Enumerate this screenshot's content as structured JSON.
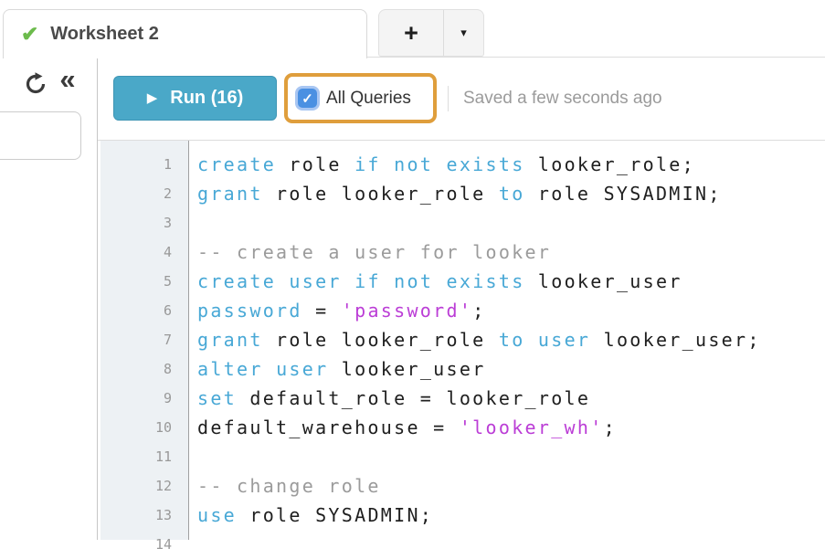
{
  "tabbar": {
    "active_tab": {
      "label": "Worksheet 2",
      "status": "success"
    },
    "new_tab_label": "+",
    "tab_menu_label": "▾"
  },
  "toolbar": {
    "run_label": "Run (16)",
    "play_glyph": "▶",
    "check_glyph": "✔",
    "collapse_glyph": "«",
    "all_queries": {
      "label": "All Queries",
      "checked": true,
      "checkbox_glyph": "✓"
    },
    "saved_status": "Saved a few seconds ago"
  },
  "icons": {
    "tab_status": "green-check-icon",
    "refresh": "refresh-icon",
    "collapse": "double-chevron-left-icon",
    "new_tab": "plus-icon",
    "tab_menu": "caret-down-icon",
    "run": "play-icon",
    "all_queries": "checked-checkbox-icon"
  },
  "colors": {
    "run_button": "#4aa8c8",
    "run_button_border": "#3e95b4",
    "checkbox_blue": "#4a90e2",
    "checkbox_halo": "#a8c6f2",
    "highlight_orange": "#df9e3c",
    "tab_check_green": "#6cbb4c",
    "saved_text": "#9b9b9b",
    "gutter_bg": "#edf1f4",
    "tokens": {
      "kw": "#48a8d6",
      "str": "#bb3dd6",
      "com": "#9b9b9b",
      "txt": "#1f1f1f"
    }
  },
  "editor": {
    "lines": [
      {
        "no": "1",
        "tokens": [
          [
            "kw",
            "create"
          ],
          [
            "txt",
            " role "
          ],
          [
            "kw",
            "if"
          ],
          [
            "txt",
            " "
          ],
          [
            "kw",
            "not"
          ],
          [
            "txt",
            " "
          ],
          [
            "kw",
            "exists"
          ],
          [
            "txt",
            " looker_role;"
          ]
        ]
      },
      {
        "no": "2",
        "tokens": [
          [
            "kw",
            "grant"
          ],
          [
            "txt",
            " role looker_role "
          ],
          [
            "kw",
            "to"
          ],
          [
            "txt",
            " role SYSADMIN;"
          ]
        ]
      },
      {
        "no": "3",
        "tokens": []
      },
      {
        "no": "4",
        "tokens": [
          [
            "com",
            "-- create a user for looker"
          ]
        ]
      },
      {
        "no": "5",
        "tokens": [
          [
            "kw",
            "create"
          ],
          [
            "txt",
            " "
          ],
          [
            "kw",
            "user"
          ],
          [
            "txt",
            " "
          ],
          [
            "kw",
            "if"
          ],
          [
            "txt",
            " "
          ],
          [
            "kw",
            "not"
          ],
          [
            "txt",
            " "
          ],
          [
            "kw",
            "exists"
          ],
          [
            "txt",
            " looker_user"
          ]
        ]
      },
      {
        "no": "6",
        "tokens": [
          [
            "kw",
            "password"
          ],
          [
            "txt",
            " = "
          ],
          [
            "str",
            "'password'"
          ],
          [
            "txt",
            ";"
          ]
        ]
      },
      {
        "no": "7",
        "tokens": [
          [
            "kw",
            "grant"
          ],
          [
            "txt",
            " role looker_role "
          ],
          [
            "kw",
            "to"
          ],
          [
            "txt",
            " "
          ],
          [
            "kw",
            "user"
          ],
          [
            "txt",
            " looker_user;"
          ]
        ]
      },
      {
        "no": "8",
        "tokens": [
          [
            "kw",
            "alter"
          ],
          [
            "txt",
            " "
          ],
          [
            "kw",
            "user"
          ],
          [
            "txt",
            " looker_user"
          ]
        ]
      },
      {
        "no": "9",
        "tokens": [
          [
            "kw",
            "set"
          ],
          [
            "txt",
            " default_role = looker_role"
          ]
        ]
      },
      {
        "no": "10",
        "tokens": [
          [
            "txt",
            "default_warehouse = "
          ],
          [
            "str",
            "'looker_wh'"
          ],
          [
            "txt",
            ";"
          ]
        ]
      },
      {
        "no": "11",
        "tokens": []
      },
      {
        "no": "12",
        "tokens": [
          [
            "com",
            "-- change role"
          ]
        ]
      },
      {
        "no": "13",
        "tokens": [
          [
            "kw",
            "use"
          ],
          [
            "txt",
            " role SYSADMIN;"
          ]
        ]
      },
      {
        "no": "14",
        "tokens": []
      }
    ]
  }
}
